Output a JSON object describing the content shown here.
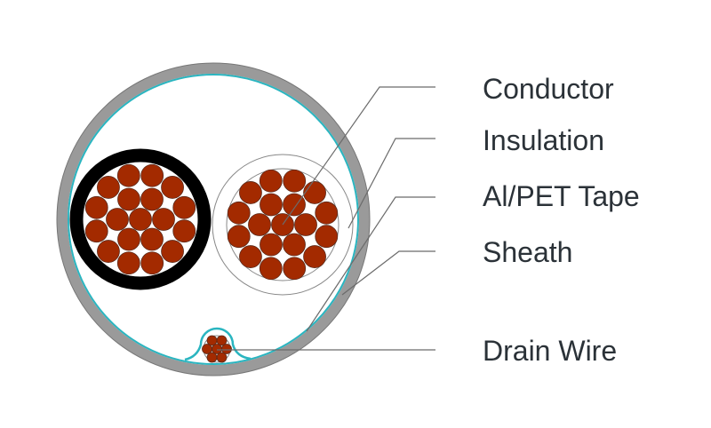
{
  "labels": {
    "conductor": "Conductor",
    "insulation": "Insulation",
    "tape": "Al/PET Tape",
    "sheath": "Sheath",
    "drain": "Drain Wire"
  },
  "colors": {
    "sheath": "#9a9a9a",
    "tape": "#2ab5c0",
    "copper": "#a32a00",
    "insulation_black": "#000000",
    "leader": "#6b6b6b",
    "text": "#2b3238"
  }
}
